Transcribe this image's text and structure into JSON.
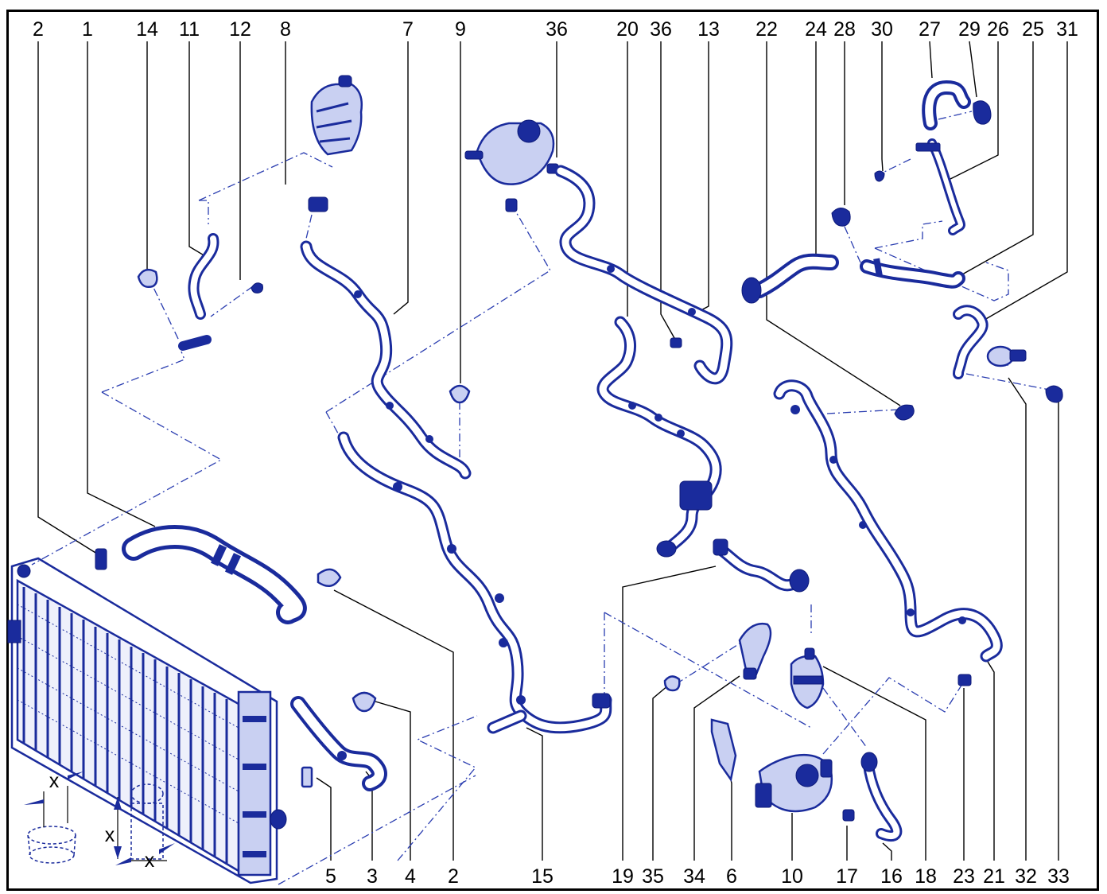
{
  "top_labels": [
    {
      "id": "t-2",
      "text": "2"
    },
    {
      "id": "t-1",
      "text": "1"
    },
    {
      "id": "t-14",
      "text": "14"
    },
    {
      "id": "t-11",
      "text": "11"
    },
    {
      "id": "t-12",
      "text": "12"
    },
    {
      "id": "t-8",
      "text": "8"
    },
    {
      "id": "t-7",
      "text": "7"
    },
    {
      "id": "t-9",
      "text": "9"
    },
    {
      "id": "t-36a",
      "text": "36"
    },
    {
      "id": "t-20",
      "text": "20"
    },
    {
      "id": "t-36b",
      "text": "36"
    },
    {
      "id": "t-13",
      "text": "13"
    },
    {
      "id": "t-22",
      "text": "22"
    },
    {
      "id": "t-24",
      "text": "24"
    },
    {
      "id": "t-28",
      "text": "28"
    },
    {
      "id": "t-30",
      "text": "30"
    },
    {
      "id": "t-27",
      "text": "27"
    },
    {
      "id": "t-29",
      "text": "29"
    },
    {
      "id": "t-26",
      "text": "26"
    },
    {
      "id": "t-25",
      "text": "25"
    },
    {
      "id": "t-31",
      "text": "31"
    }
  ],
  "bottom_labels": [
    {
      "id": "b-5",
      "text": "5"
    },
    {
      "id": "b-3",
      "text": "3"
    },
    {
      "id": "b-4",
      "text": "4"
    },
    {
      "id": "b-2",
      "text": "2"
    },
    {
      "id": "b-15",
      "text": "15"
    },
    {
      "id": "b-19",
      "text": "19"
    },
    {
      "id": "b-35",
      "text": "35"
    },
    {
      "id": "b-34",
      "text": "34"
    },
    {
      "id": "b-6",
      "text": "6"
    },
    {
      "id": "b-10",
      "text": "10"
    },
    {
      "id": "b-17",
      "text": "17"
    },
    {
      "id": "b-16",
      "text": "16"
    },
    {
      "id": "b-18",
      "text": "18"
    },
    {
      "id": "b-23",
      "text": "23"
    },
    {
      "id": "b-21",
      "text": "21"
    },
    {
      "id": "b-32",
      "text": "32"
    },
    {
      "id": "b-33",
      "text": "33"
    }
  ],
  "dimension_marks": {
    "x1": "x",
    "x2": "x",
    "x3": "x"
  },
  "colors": {
    "line_art": "#1a2b9c",
    "callout": "#000000",
    "background": "#ffffff"
  }
}
